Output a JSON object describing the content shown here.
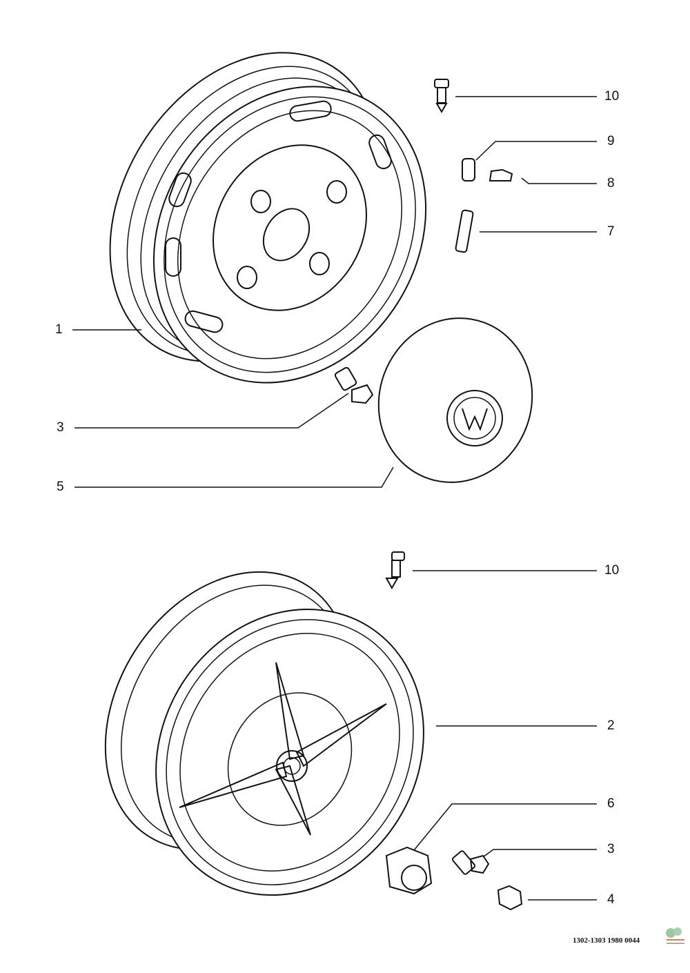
{
  "diagram": {
    "top_wheel": {
      "callouts": [
        {
          "id": "10",
          "label": "10"
        },
        {
          "id": "9",
          "label": "9"
        },
        {
          "id": "8",
          "label": "8"
        },
        {
          "id": "7",
          "label": "7"
        },
        {
          "id": "1",
          "label": "1"
        },
        {
          "id": "3",
          "label": "3"
        },
        {
          "id": "5",
          "label": "5"
        }
      ]
    },
    "bottom_wheel": {
      "callouts": [
        {
          "id": "10",
          "label": "10"
        },
        {
          "id": "2",
          "label": "2"
        },
        {
          "id": "6",
          "label": "6"
        },
        {
          "id": "3",
          "label": "3"
        },
        {
          "id": "4",
          "label": "4"
        }
      ]
    },
    "footer_code": "1302-1303 1980 0044"
  }
}
